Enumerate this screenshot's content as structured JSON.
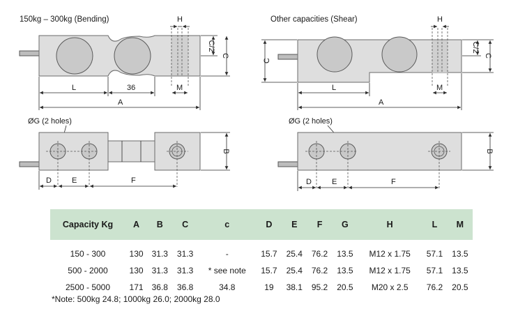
{
  "drawings": {
    "left_title": "150kg – 300kg (Bending)",
    "right_title": "Other capacities (Shear)",
    "labels": {
      "H": "H",
      "C2": "C/2",
      "C": "C",
      "L": "L",
      "M": "M",
      "A": "A",
      "n36": "36",
      "G": "ØG (2 holes)",
      "B": "B",
      "D": "D",
      "E": "E",
      "F": "F"
    }
  },
  "table": {
    "headers": [
      "Capacity Kg",
      "A",
      "B",
      "C",
      "c",
      "D",
      "E",
      "F",
      "G",
      "H",
      "L",
      "M"
    ],
    "rows": [
      [
        "150 - 300",
        "130",
        "31.3",
        "31.3",
        "-",
        "15.7",
        "25.4",
        "76.2",
        "13.5",
        "M12 x 1.75",
        "57.1",
        "13.5"
      ],
      [
        "500 - 2000",
        "130",
        "31.3",
        "31.3",
        "* see note",
        "15.7",
        "25.4",
        "76.2",
        "13.5",
        "M12 x 1.75",
        "57.1",
        "13.5"
      ],
      [
        "2500 - 5000",
        "171",
        "36.8",
        "36.8",
        "34.8",
        "19",
        "38.1",
        "95.2",
        "20.5",
        "M20 x 2.5",
        "76.2",
        "20.5"
      ]
    ],
    "header_color": "#cce3cf"
  },
  "note": "*Note: 500kg 24.8; 1000kg 26.0; 2000kg 28.0"
}
